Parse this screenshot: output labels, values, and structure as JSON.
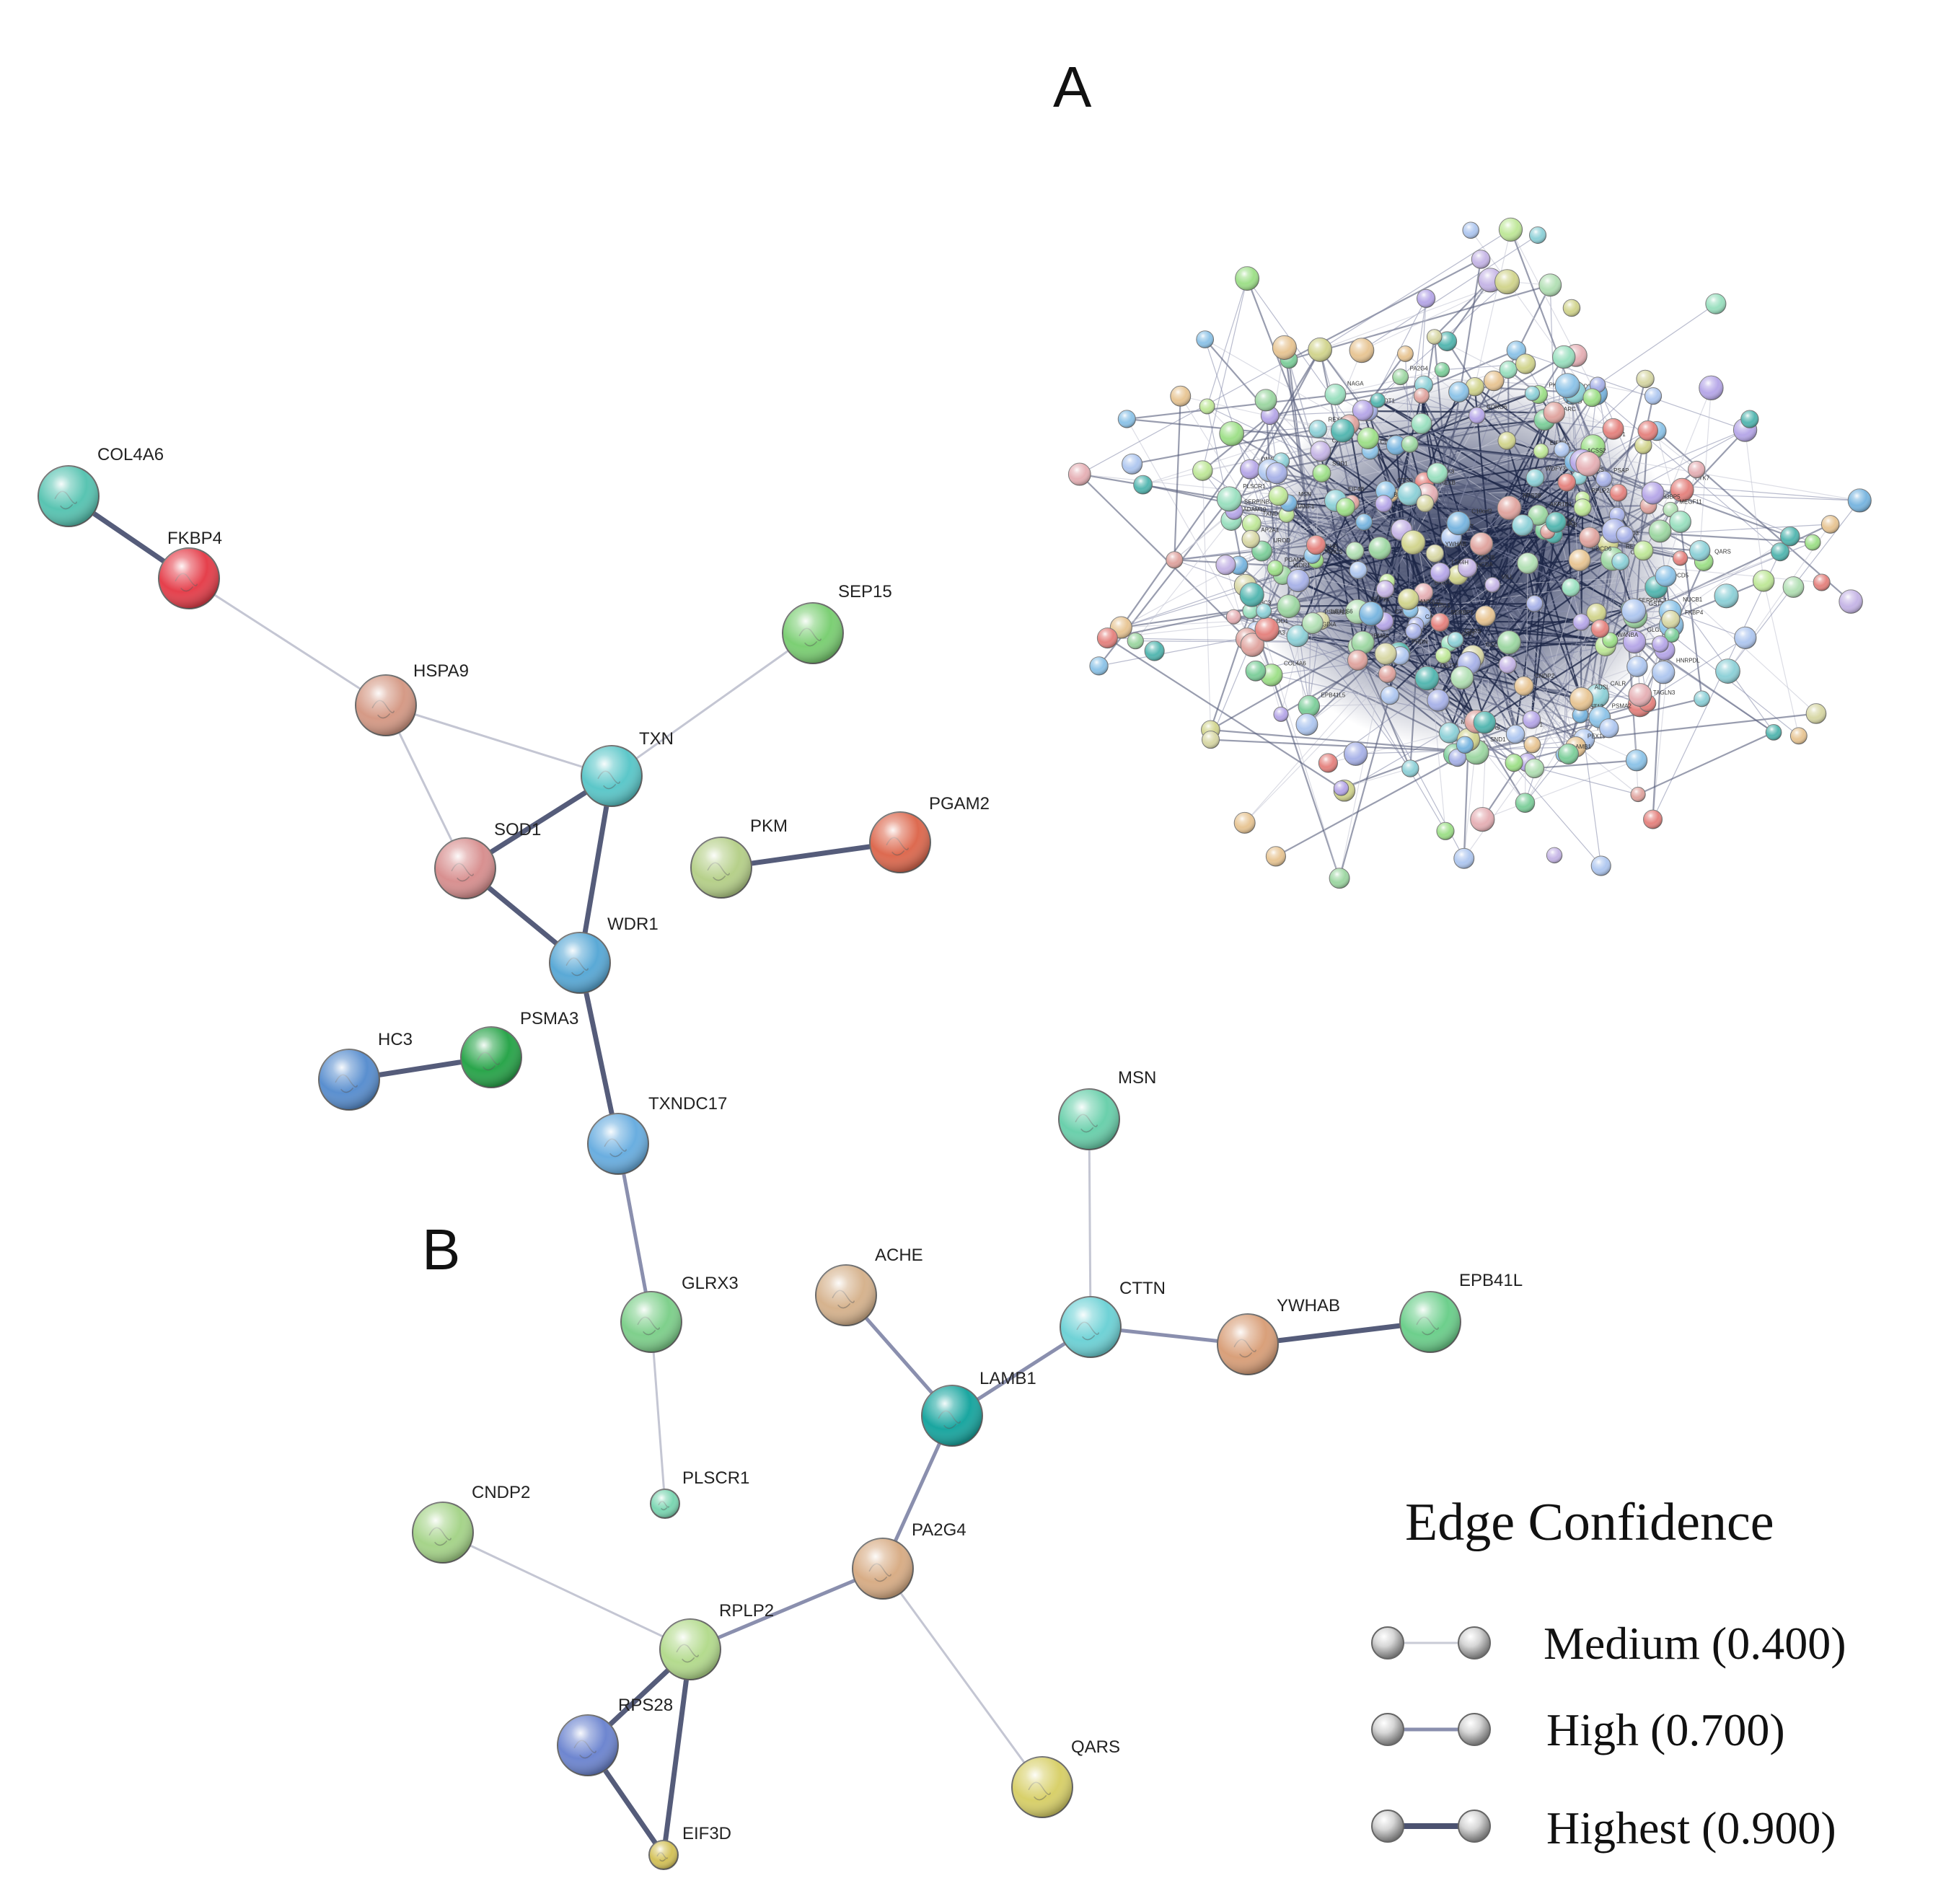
{
  "panel_labels": {
    "a": "A",
    "b": "B"
  },
  "legend": {
    "title": "Edge Confidence",
    "items": [
      {
        "label": "Medium (0.400)",
        "color": "#c9cbd6",
        "confidence": 0.4
      },
      {
        "label": "High (0.700)",
        "color": "#8a8fae",
        "confidence": 0.7
      },
      {
        "label": "Highest (0.900)",
        "color": "#4b5270",
        "confidence": 0.9
      }
    ]
  },
  "edge_colors": {
    "medium": "#c4c6d3",
    "high": "#8a8fae",
    "highest": "#555c7a",
    "dense": "#1d2747"
  },
  "network_b": {
    "nodes": [
      {
        "id": "COL4A6",
        "label": "COL4A6",
        "color": "#59c4b2"
      },
      {
        "id": "FKBP4",
        "label": "FKBP4",
        "color": "#e5404c"
      },
      {
        "id": "HSPA9",
        "label": "HSPA9",
        "color": "#d59a86"
      },
      {
        "id": "SEP15",
        "label": "SEP15",
        "color": "#7ccf74"
      },
      {
        "id": "TXN",
        "label": "TXN",
        "color": "#5cc7c9"
      },
      {
        "id": "SOD1",
        "label": "SOD1",
        "color": "#d89090"
      },
      {
        "id": "PKM",
        "label": "PKM",
        "color": "#b6d08a"
      },
      {
        "id": "PGAM2",
        "label": "PGAM2",
        "color": "#dd6a50"
      },
      {
        "id": "WDR1",
        "label": "WDR1",
        "color": "#5aa9d6"
      },
      {
        "id": "HC3",
        "label": "HC3",
        "color": "#5a8fcf"
      },
      {
        "id": "PSMA3",
        "label": "PSMA3",
        "color": "#2aa54b"
      },
      {
        "id": "TXNDC17",
        "label": "TXNDC17",
        "color": "#6aaee0"
      },
      {
        "id": "GLRX3",
        "label": "GLRX3",
        "color": "#7fd08c"
      },
      {
        "id": "PLSCR1",
        "label": "PLSCR1",
        "color": "#7cd6b2"
      },
      {
        "id": "MSN",
        "label": "MSN",
        "color": "#6bd0ac"
      },
      {
        "id": "ACHE",
        "label": "ACHE",
        "color": "#d6b38e"
      },
      {
        "id": "CTTN",
        "label": "CTTN",
        "color": "#6fd2d6"
      },
      {
        "id": "YWHAB",
        "label": "YWHAB",
        "color": "#d9a07a"
      },
      {
        "id": "EPB41L",
        "label": "EPB41L",
        "color": "#6dcf8c"
      },
      {
        "id": "LAMB1",
        "label": "LAMB1",
        "color": "#1aa6a0"
      },
      {
        "id": "CNDP2",
        "label": "CNDP2",
        "color": "#a6d48a"
      },
      {
        "id": "PA2G4",
        "label": "PA2G4",
        "color": "#d8ad86"
      },
      {
        "id": "RPLP2",
        "label": "RPLP2",
        "color": "#b4db8e"
      },
      {
        "id": "RPS28",
        "label": "RPS28",
        "color": "#6e86d0"
      },
      {
        "id": "EIF3D",
        "label": "EIF3D",
        "color": "#d4c25a"
      },
      {
        "id": "QARS",
        "label": "QARS",
        "color": "#d8d06a"
      }
    ],
    "edges": [
      {
        "source": "COL4A6",
        "target": "FKBP4",
        "confidence": 0.9
      },
      {
        "source": "FKBP4",
        "target": "HSPA9",
        "confidence": 0.4
      },
      {
        "source": "HSPA9",
        "target": "TXN",
        "confidence": 0.4
      },
      {
        "source": "HSPA9",
        "target": "SOD1",
        "confidence": 0.4
      },
      {
        "source": "SEP15",
        "target": "TXN",
        "confidence": 0.4
      },
      {
        "source": "SOD1",
        "target": "TXN",
        "confidence": 0.9
      },
      {
        "source": "TXN",
        "target": "WDR1",
        "confidence": 0.9
      },
      {
        "source": "SOD1",
        "target": "WDR1",
        "confidence": 0.9
      },
      {
        "source": "PKM",
        "target": "PGAM2",
        "confidence": 0.9
      },
      {
        "source": "HC3",
        "target": "PSMA3",
        "confidence": 0.9
      },
      {
        "source": "WDR1",
        "target": "TXNDC17",
        "confidence": 0.9
      },
      {
        "source": "TXNDC17",
        "target": "GLRX3",
        "confidence": 0.7
      },
      {
        "source": "GLRX3",
        "target": "PLSCR1",
        "confidence": 0.4
      },
      {
        "source": "MSN",
        "target": "CTTN",
        "confidence": 0.4
      },
      {
        "source": "CTTN",
        "target": "YWHAB",
        "confidence": 0.7
      },
      {
        "source": "YWHAB",
        "target": "EPB41L",
        "confidence": 0.9
      },
      {
        "source": "ACHE",
        "target": "LAMB1",
        "confidence": 0.7
      },
      {
        "source": "CTTN",
        "target": "LAMB1",
        "confidence": 0.7
      },
      {
        "source": "LAMB1",
        "target": "PA2G4",
        "confidence": 0.7
      },
      {
        "source": "PA2G4",
        "target": "RPLP2",
        "confidence": 0.7
      },
      {
        "source": "PA2G4",
        "target": "QARS",
        "confidence": 0.4
      },
      {
        "source": "CNDP2",
        "target": "RPLP2",
        "confidence": 0.4
      },
      {
        "source": "RPLP2",
        "target": "RPS28",
        "confidence": 0.9
      },
      {
        "source": "RPLP2",
        "target": "EIF3D",
        "confidence": 0.9
      },
      {
        "source": "RPS28",
        "target": "EIF3D",
        "confidence": 0.9
      }
    ]
  },
  "network_a": {
    "labels": [
      "ADAM10",
      "CD63",
      "CTSF",
      "GRINA",
      "SERPINB3",
      "CTSL1",
      "CTSB",
      "CTSD",
      "CALU",
      "PLSCR1",
      "GLG1",
      "SPARC",
      "GLRX3",
      "CANT1",
      "AKR1B1",
      "CTH1",
      "TXNDC17",
      "LCT",
      "BANF1",
      "PSAP",
      "WDFY3",
      "AHC",
      "PPIB",
      "TALDO1",
      "SEP15",
      "WANBA",
      "CHIT1",
      "B3GALT5",
      "HEXB",
      "NAGA",
      "GCLC",
      "GCLM",
      "UROD",
      "UGP2",
      "PTK7",
      "FBK",
      "SERPINC1",
      "COL4A6",
      "CALR",
      "TKT",
      "AP2A1",
      "ST13",
      "PAHCDA",
      "PEX19",
      "PDCD5",
      "TAGLN3",
      "SH3BP5",
      "DNA2",
      "EPB41L5",
      "PSMA2",
      "BCAP31",
      "GOT1",
      "ACSS2",
      "CNDP2",
      "IDH3G",
      "CORO6",
      "CMFB",
      "HNRPDL",
      "PEPD",
      "MEGF11",
      "GSTT2B",
      "LGALS6",
      "RBM8A",
      "PLOD3",
      "UCHL3",
      "GSTT2",
      "REXO1L1P",
      "REXO1L1",
      "GARS",
      "VILL",
      "NARS",
      "ARHGDIA",
      "ADSL",
      "PRICS",
      "LTA4H",
      "C10orf2",
      "ANXA11",
      "PDCD6",
      "PHDN",
      "METAP2",
      "EIF4B",
      "NACA",
      "SERBP1",
      "NUCB1",
      "OTOG",
      "SND1",
      "PSMD13",
      "SOD1",
      "WDR1",
      "HSPA9",
      "FKBP4",
      "TXN",
      "PKM",
      "PGAM2",
      "MSN",
      "ACHE",
      "CTTN",
      "YWHAB",
      "LAMB1",
      "PA2G4",
      "RPLP2",
      "RPS28",
      "EIF3D",
      "QARS",
      "HC3",
      "PSMA3"
    ],
    "palette": [
      "#9ed7a3",
      "#b3e0b5",
      "#a9b3e8",
      "#d2d58f",
      "#8fd1d8",
      "#e0a5a0",
      "#c0e89a",
      "#8ec4e8",
      "#b7a8e8",
      "#e8c695",
      "#9be0c0",
      "#d8d8a6",
      "#7fcf9c",
      "#b0c8f0",
      "#e6b1b6",
      "#9fe08a",
      "#7ab6e0",
      "#c6b6e6",
      "#e58480",
      "#55b7b1"
    ]
  }
}
